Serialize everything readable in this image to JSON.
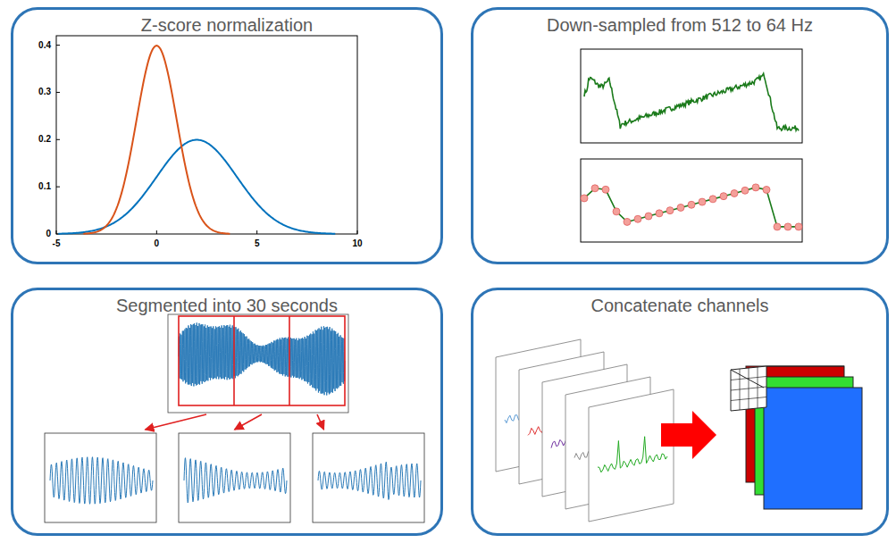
{
  "diagram": {
    "nodes": [
      {
        "text": [
          "Z-score normalization"
        ]
      },
      {
        "text": [
          "Down-sampled from 512 to 64 Hz"
        ]
      },
      {
        "text": [
          "Segmented into 30 seconds"
        ]
      },
      {
        "text": [
          "Concatenate channels"
        ]
      }
    ],
    "labels": [
      "0.4",
      "0.3",
      "0.2",
      "0.1",
      "0",
      "-5",
      "0",
      "5",
      "10"
    ]
  }
}
